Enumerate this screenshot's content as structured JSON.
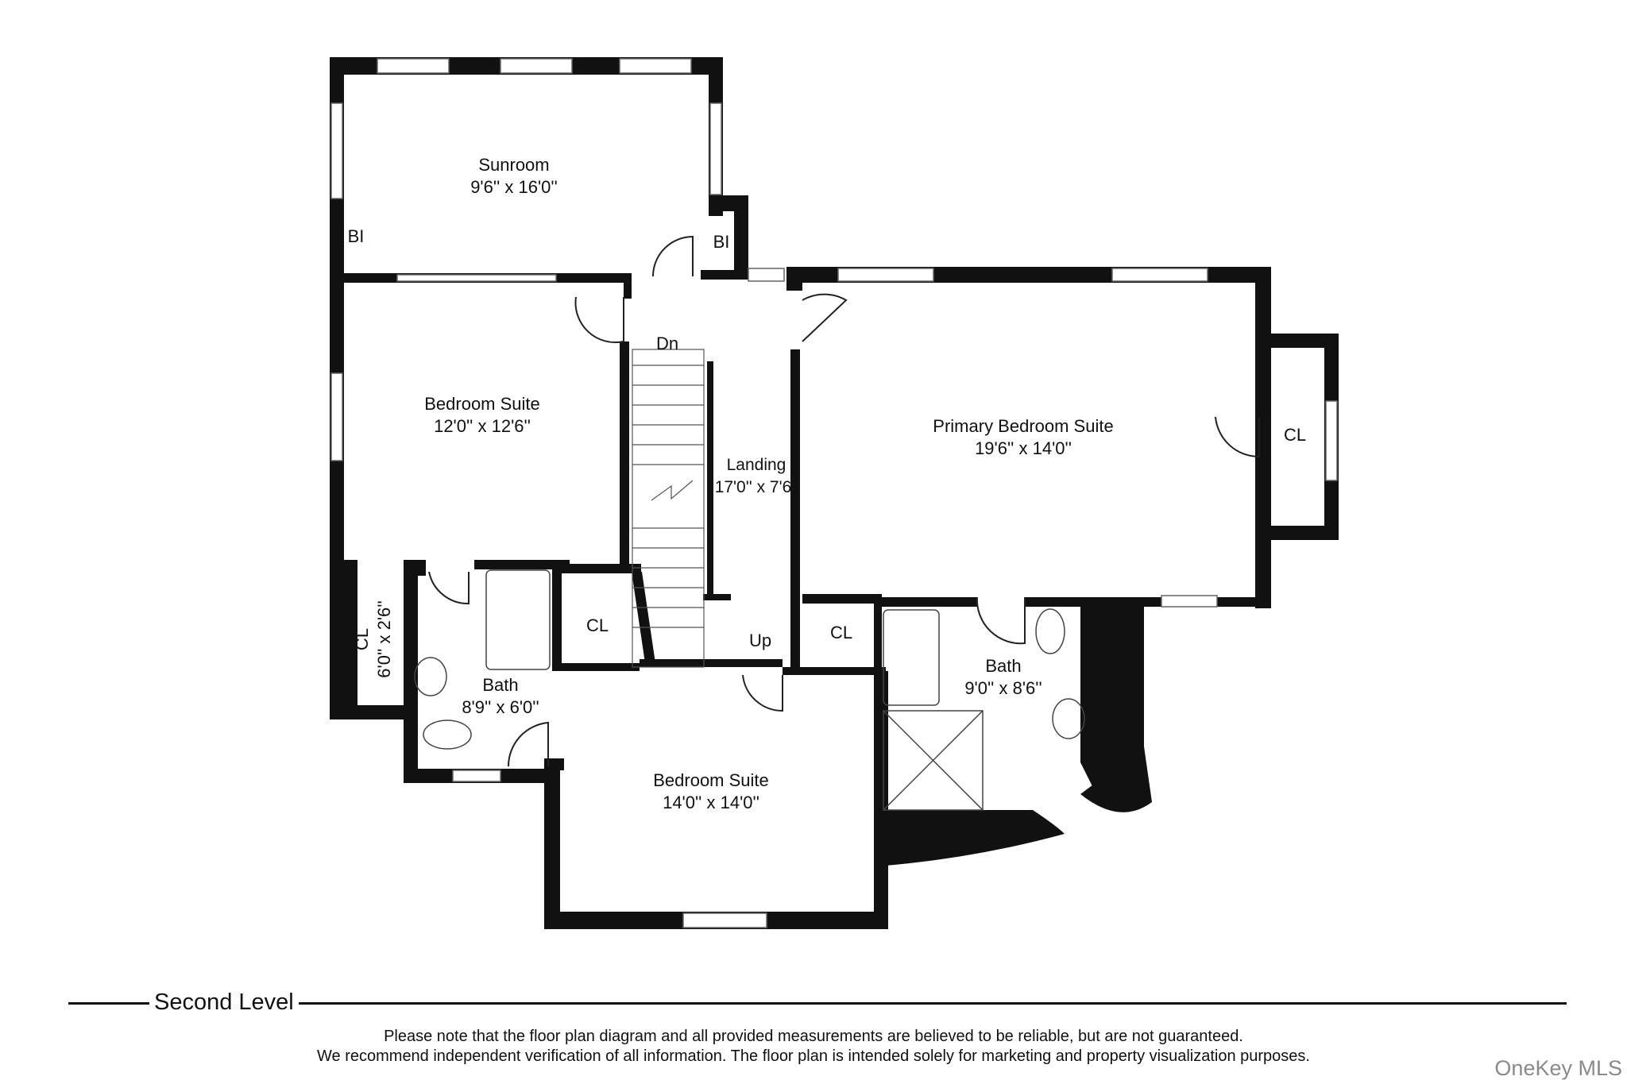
{
  "rooms": {
    "sunroom": {
      "name": "Sunroom",
      "dims": "9'6'' x 16'0''"
    },
    "bedroom_suite_left": {
      "name": "Bedroom Suite",
      "dims": "12'0'' x 12'6''"
    },
    "primary_bedroom": {
      "name": "Primary Bedroom Suite",
      "dims": "19'6'' x 14'0''"
    },
    "landing": {
      "name": "Landing",
      "dims": "17'0'' x 7'6''"
    },
    "bath_left": {
      "name": "Bath",
      "dims": "8'9'' x 6'0''"
    },
    "bath_right": {
      "name": "Bath",
      "dims": "9'0'' x 8'6''"
    },
    "bedroom_suite_bottom": {
      "name": "Bedroom Suite",
      "dims": "14'0'' x 14'0''"
    },
    "closet_left": {
      "name": "CL",
      "dims": "6'0'' x 2'6''"
    }
  },
  "tags": {
    "bi_left": "BI",
    "bi_right": "BI",
    "dn": "Dn",
    "up": "Up",
    "cl_primary": "CL",
    "cl_mid": "CL",
    "cl_right": "CL"
  },
  "level_title": "Second Level",
  "disclaimer": {
    "line1": "Please note that the floor plan diagram and all provided measurements are believed to be reliable, but are not guaranteed.",
    "line2": "We recommend independent verification of all information. The floor plan is intended solely for marketing and property visualization purposes."
  },
  "brand": "OneKey MLS",
  "colors": {
    "wall": "#111111",
    "background": "#ffffff",
    "window": "#888888",
    "brand": "#8a8a8a"
  }
}
